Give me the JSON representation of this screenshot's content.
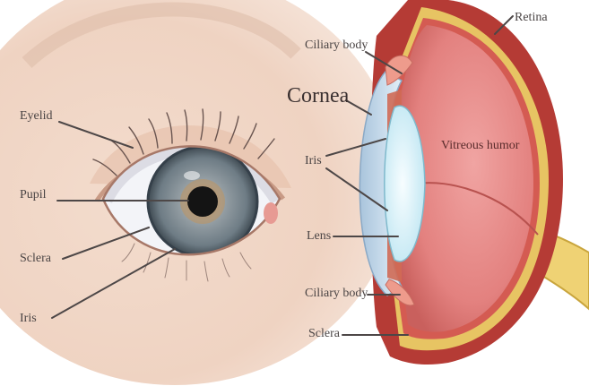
{
  "labels": {
    "eyelid": "Eyelid",
    "pupil": "Pupil",
    "sclera_front": "Sclera",
    "iris_front": "Iris",
    "ciliary_body_top": "Ciliary body",
    "cornea": "Cornea",
    "iris_cross": "Iris",
    "lens": "Lens",
    "ciliary_body_bottom": "Ciliary body",
    "sclera_cross": "Sclera",
    "retina": "Retina",
    "vitreous_humor": "Vitreous humor"
  },
  "colors": {
    "skin": "#f1d8c8",
    "iris": "#7d8a92",
    "pupil": "#141414",
    "sclera": "#f3f4f8",
    "vitreous": "#e58a88",
    "retina_band": "#e7c463",
    "eye_wall": "#b53b35",
    "cornea": "#cfe2f1",
    "lens": "#dff4fb",
    "optic_nerve": "#efd274",
    "leader_line": "#4d4747"
  }
}
